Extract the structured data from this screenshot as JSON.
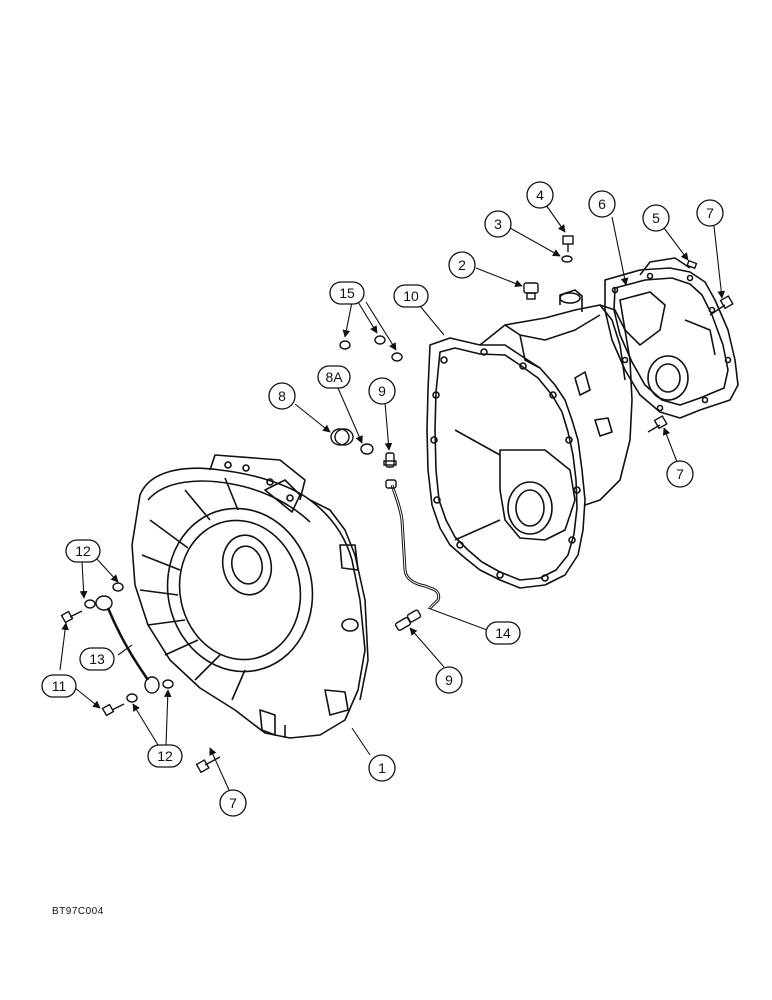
{
  "figure_code": "BT97C004",
  "callouts": [
    {
      "id": "c1",
      "label": "1"
    },
    {
      "id": "c2",
      "label": "2"
    },
    {
      "id": "c3",
      "label": "3"
    },
    {
      "id": "c4",
      "label": "4"
    },
    {
      "id": "c5",
      "label": "5"
    },
    {
      "id": "c6",
      "label": "6"
    },
    {
      "id": "c7a",
      "label": "7"
    },
    {
      "id": "c7b",
      "label": "7"
    },
    {
      "id": "c7c",
      "label": "7"
    },
    {
      "id": "c8",
      "label": "8"
    },
    {
      "id": "c8a",
      "label": "8A"
    },
    {
      "id": "c9a",
      "label": "9"
    },
    {
      "id": "c9b",
      "label": "9"
    },
    {
      "id": "c10",
      "label": "10"
    },
    {
      "id": "c11",
      "label": "11"
    },
    {
      "id": "c12a",
      "label": "12"
    },
    {
      "id": "c12b",
      "label": "12"
    },
    {
      "id": "c13",
      "label": "13"
    },
    {
      "id": "c14",
      "label": "14"
    },
    {
      "id": "c15",
      "label": "15"
    }
  ]
}
